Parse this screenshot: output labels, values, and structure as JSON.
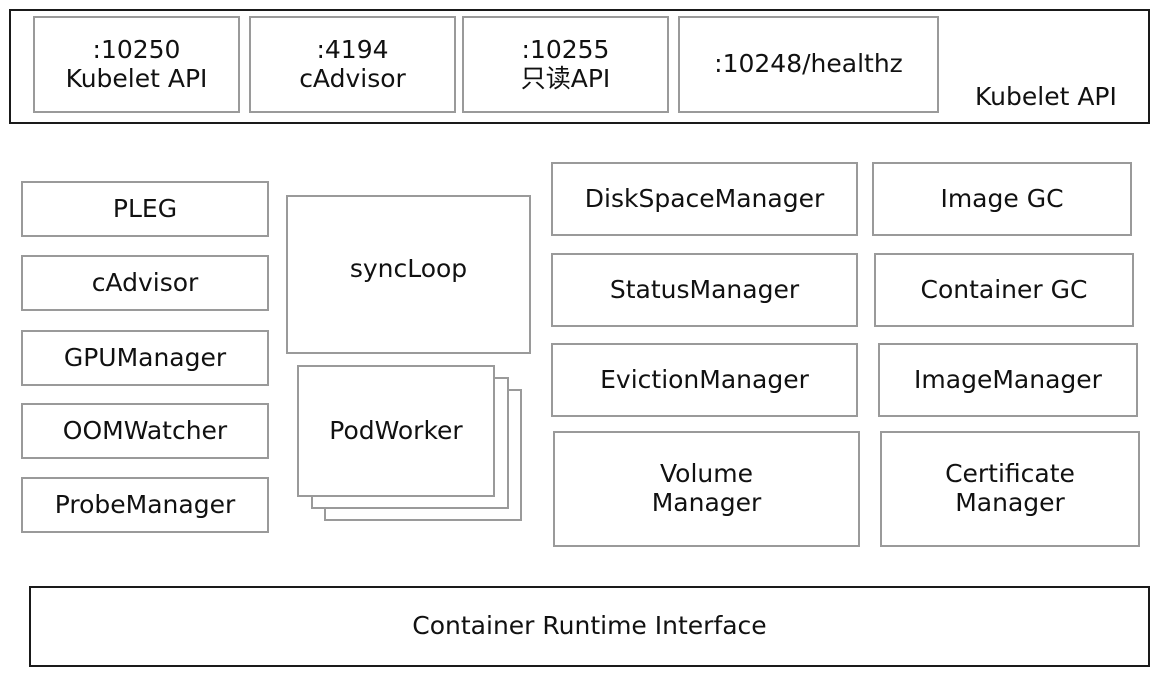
{
  "kubelet_api": {
    "label": "Kubelet API",
    "ports": [
      {
        "line1": ":10250",
        "line2": "Kubelet API"
      },
      {
        "line1": ":4194",
        "line2": "cAdvisor"
      },
      {
        "line1": ":10255",
        "line2": "只读API"
      },
      {
        "line1": ":10248/healthz",
        "line2": ""
      }
    ]
  },
  "left_modules": [
    "PLEG",
    "cAdvisor",
    "GPUManager",
    "OOMWatcher",
    "ProbeManager"
  ],
  "center": {
    "sync_loop": "syncLoop",
    "pod_worker": "PodWorker"
  },
  "managers_left": [
    "DiskSpaceManager",
    "StatusManager",
    "EvictionManager"
  ],
  "volume_manager": {
    "line1": "Volume",
    "line2": "Manager"
  },
  "managers_right": [
    "Image GC",
    "Container GC",
    "ImageManager"
  ],
  "certificate_manager": {
    "line1": "Certificate",
    "line2": "Manager"
  },
  "cri": "Container Runtime Interface"
}
